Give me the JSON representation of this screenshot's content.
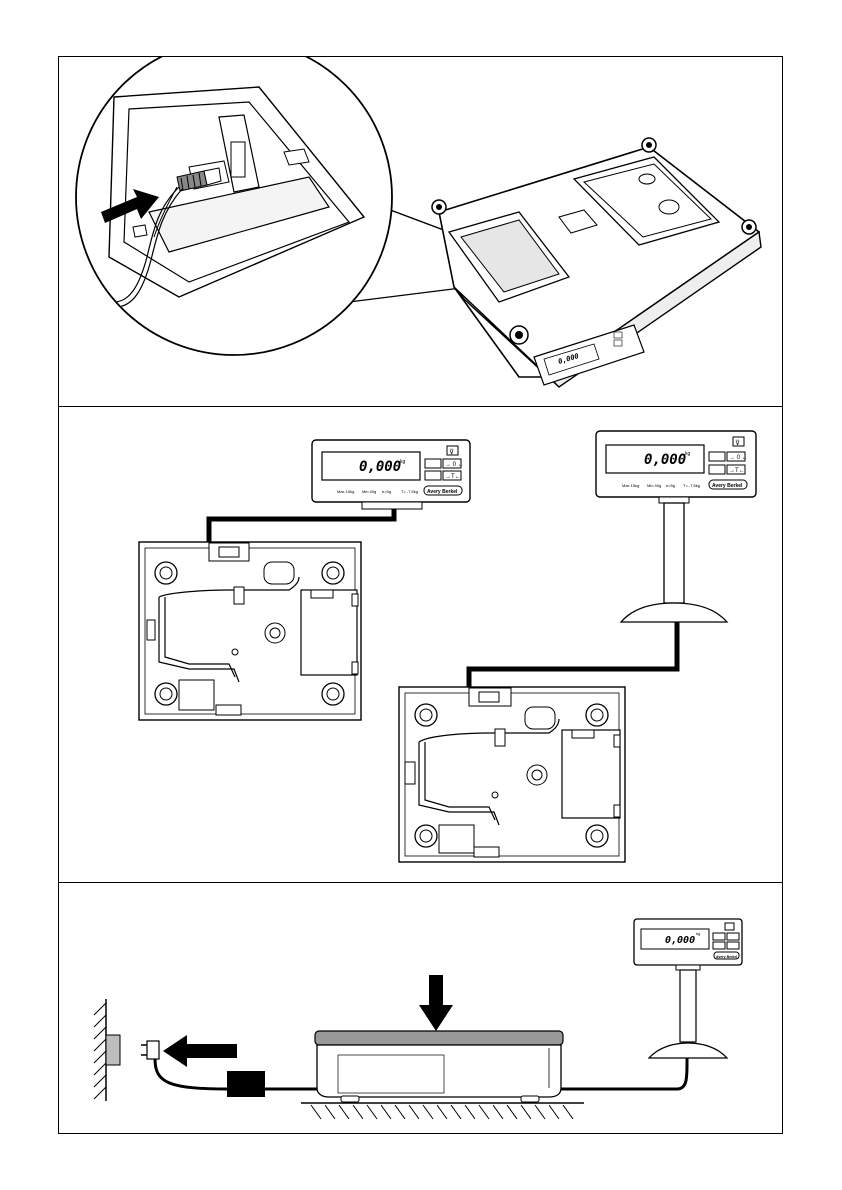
{
  "document": {
    "panels": [
      {
        "name": "load-cell-connector"
      },
      {
        "name": "display-cable-routing"
      },
      {
        "name": "mains-power-connection"
      }
    ]
  },
  "display_unit": {
    "reading": "0,000",
    "unit": "kg",
    "zero_key": "→ 0 ←",
    "tare_key": "→T←",
    "brand": "Avery Berkel",
    "spec_max": "Max 15kg",
    "spec_min": "Min 40g",
    "spec_e": "e=5g",
    "spec_t": "T= -7,5kg"
  },
  "colors": {
    "line": "#000000",
    "fill_light": "#d9d9d9",
    "fill_mid": "#bdbdbd",
    "background": "#ffffff"
  }
}
